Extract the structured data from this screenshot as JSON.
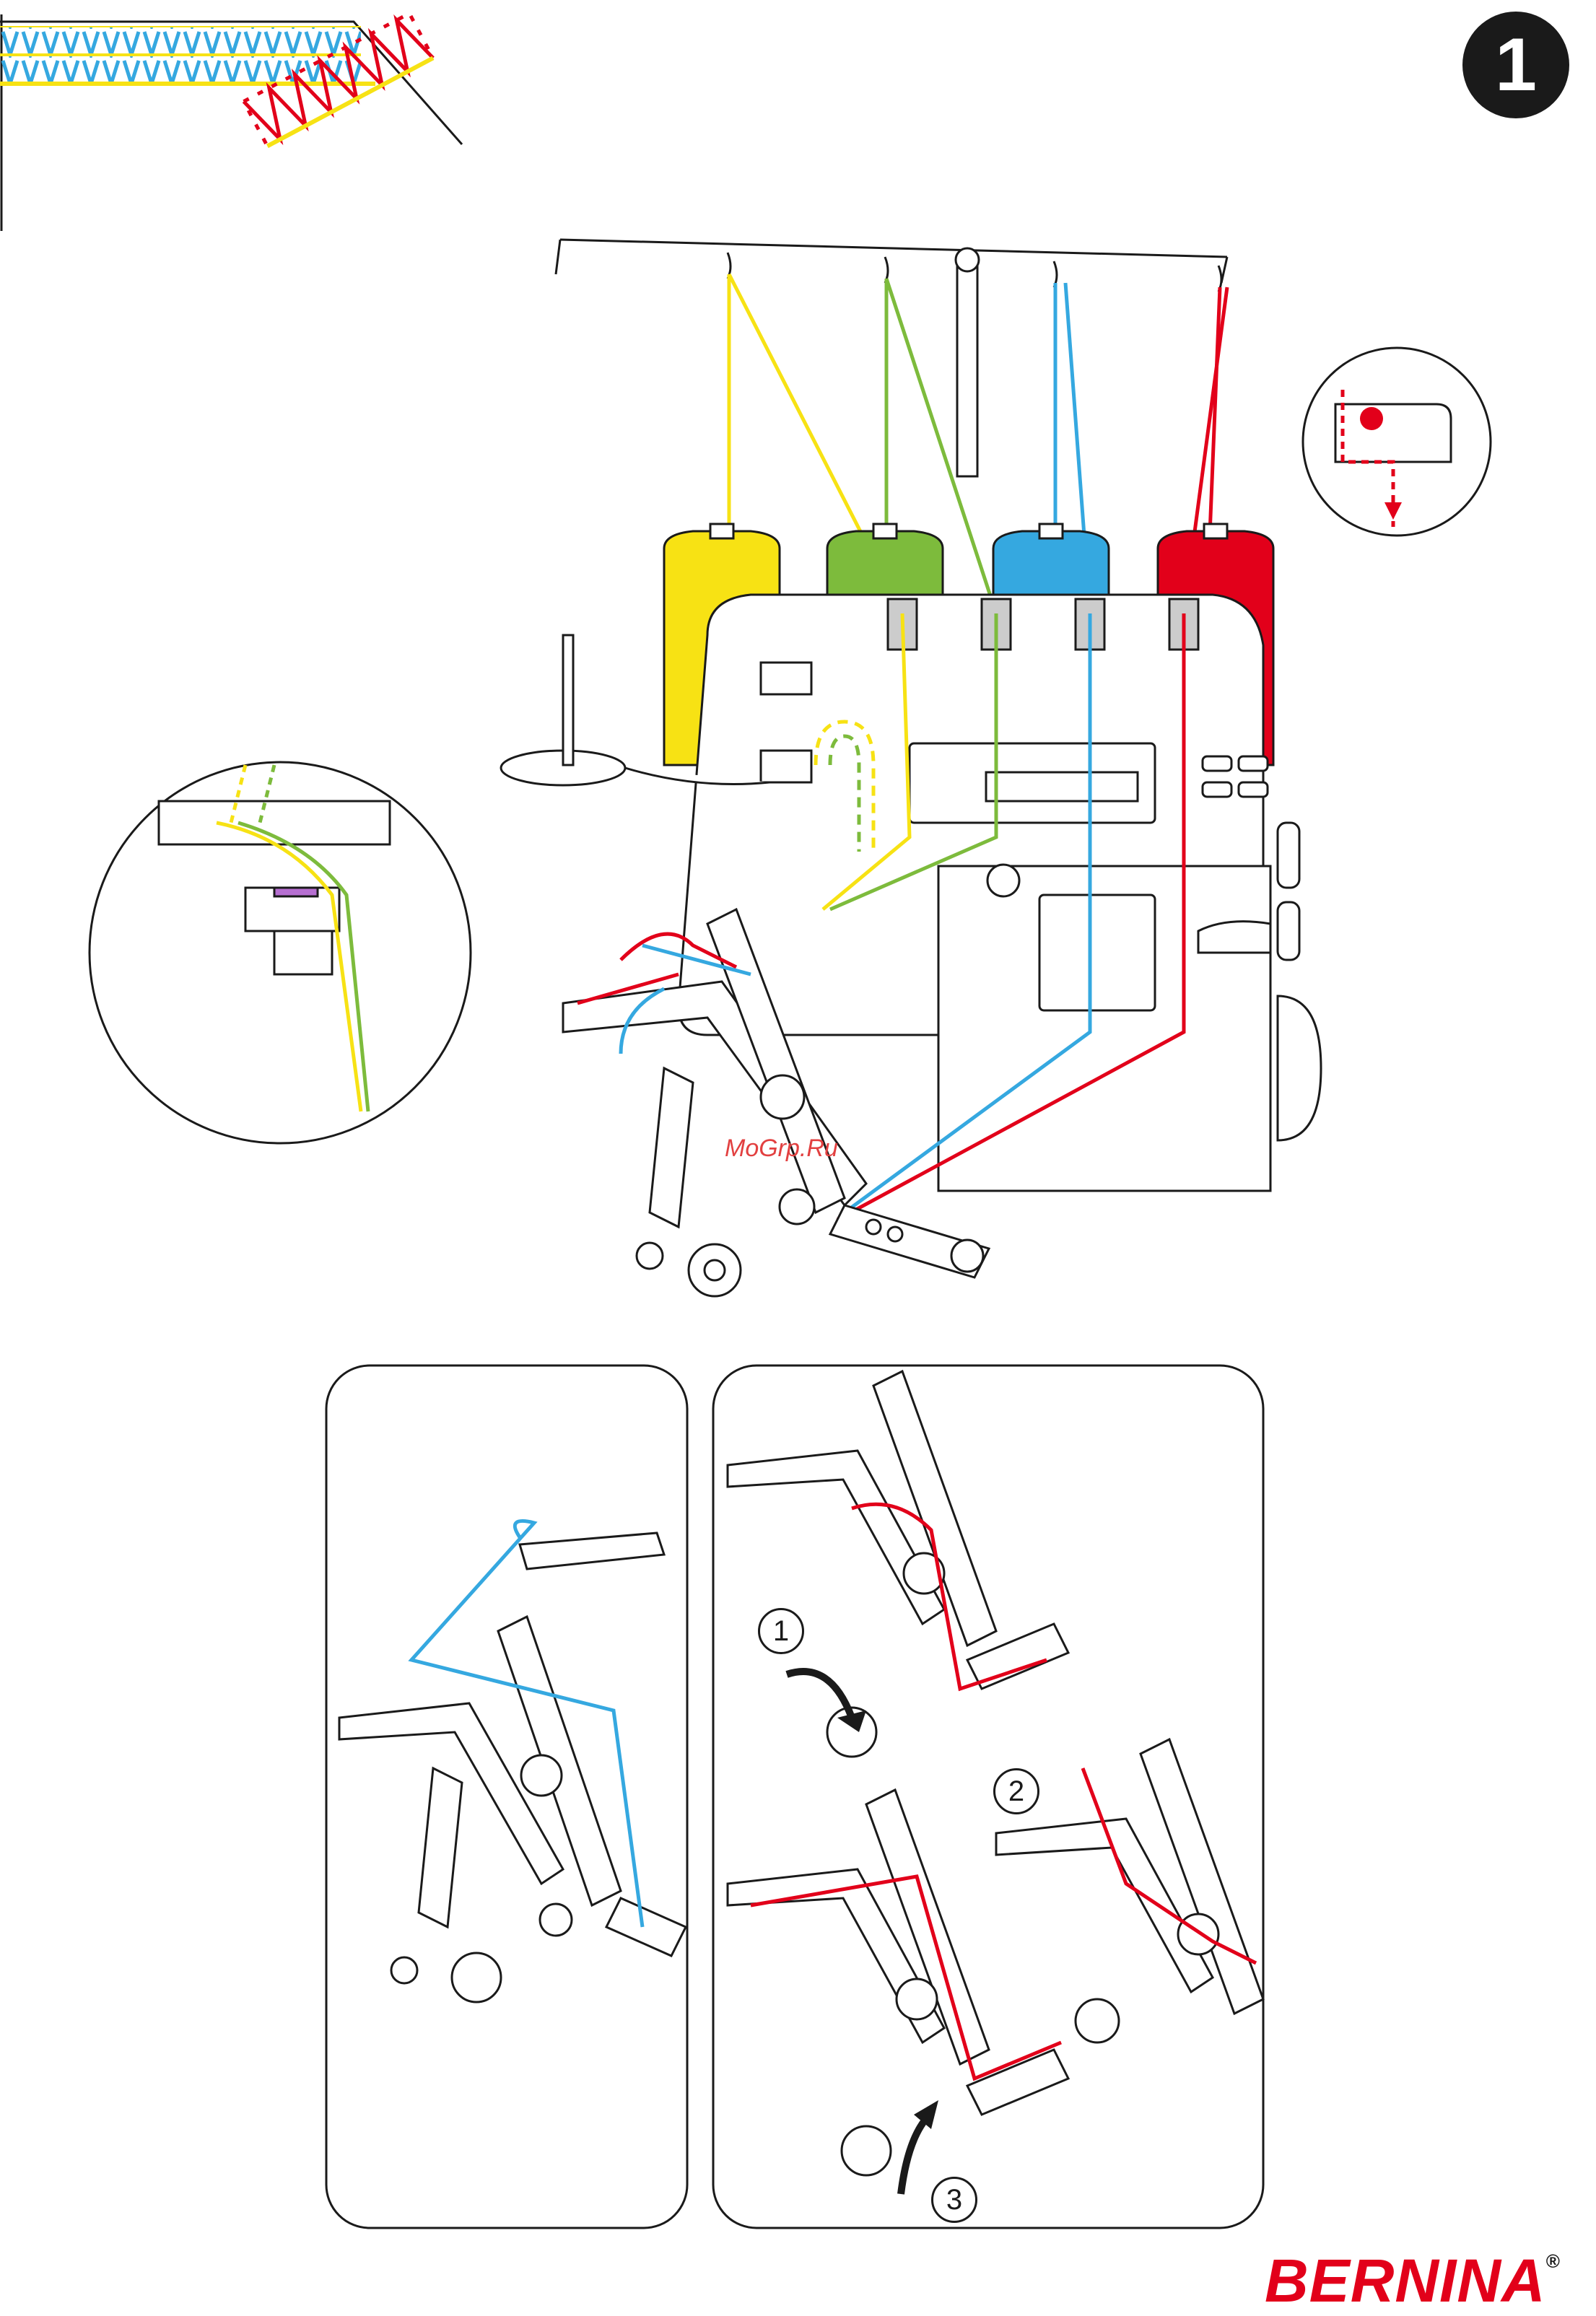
{
  "page": {
    "number": "1"
  },
  "brand": {
    "name": "BERNINA",
    "registered": "®"
  },
  "watermark": {
    "text": "MoGrp.Ru"
  },
  "steps": [
    "1",
    "2",
    "3"
  ],
  "colors": {
    "thread_yellow": "#f7e214",
    "thread_green": "#7dbb3c",
    "thread_blue": "#35a8e0",
    "thread_red": "#e2001a",
    "outline": "#1a1a1a",
    "brand_red": "#e2001a"
  }
}
